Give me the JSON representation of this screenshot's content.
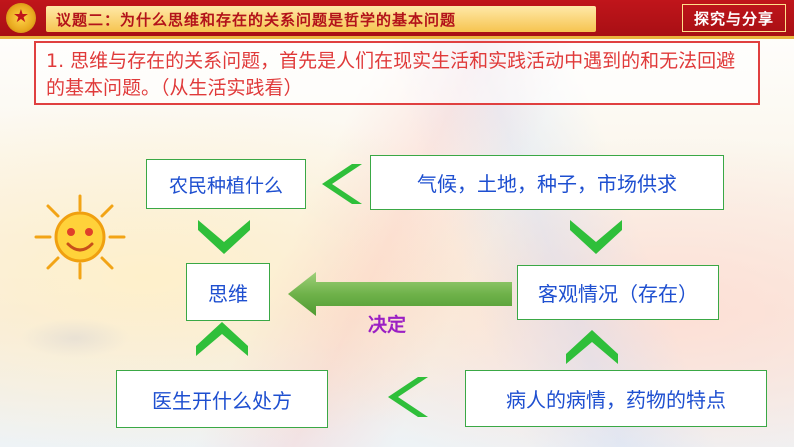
{
  "header": {
    "title": "议题二：为什么思维和存在的关系问题是哲学的基本问题",
    "badge": "探究与分享"
  },
  "intro": {
    "text": "1. 思维与存在的关系问题，首先是人们在现实生活和实践活动中遇到的和无法回避的基本问题。（从生活实践看）"
  },
  "diagram": {
    "farmer": "农民种植什么",
    "factors": "气候，土地，种子，市场供求",
    "thinking": "思维",
    "objective": "客观情况（存在）",
    "arrow_label": "决定",
    "doctor": "医生开什么处方",
    "patient": "病人的病情，药物的特点"
  },
  "colors": {
    "header_red": "#c0151b",
    "title_gold": "#f6c450",
    "intro_red": "#e03a3a",
    "box_green": "#3aa845",
    "box_text_blue": "#1e4fd0",
    "chevron_green": "#2fbf3a",
    "decide_purple": "#9b1fc4"
  },
  "icons": {
    "emblem": "national-emblem-icon",
    "sun": "sun-icon",
    "chevron": "chevron-icon",
    "arrow": "left-arrow-icon"
  }
}
